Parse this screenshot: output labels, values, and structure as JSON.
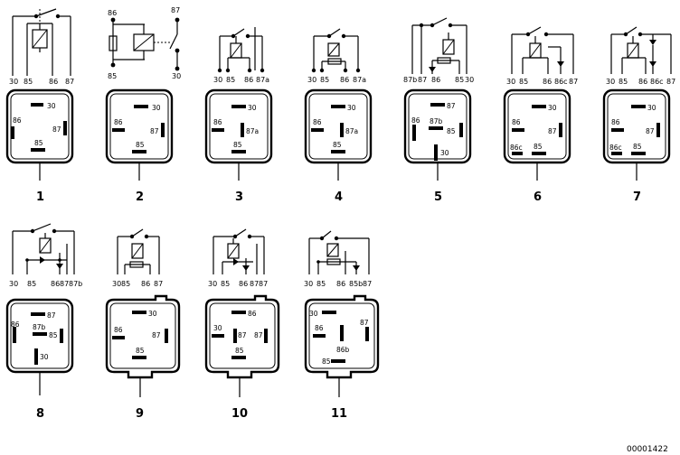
{
  "drawing_number": "00001422",
  "relays": [
    {
      "number": "1",
      "pins": [
        "30",
        "85",
        "86",
        "87"
      ],
      "contacts": [
        "30",
        "86",
        "87",
        "85"
      ]
    },
    {
      "number": "2",
      "pins": [
        "86",
        "87",
        "85",
        "30"
      ],
      "contacts": [
        "30",
        "86",
        "87",
        "85"
      ]
    },
    {
      "number": "3",
      "pins": [
        "30",
        "85",
        "86",
        "87a"
      ],
      "contacts": [
        "30",
        "86",
        "87a",
        "85"
      ]
    },
    {
      "number": "4",
      "pins": [
        "30",
        "85",
        "86",
        "87a"
      ],
      "contacts": [
        "30",
        "86",
        "87a",
        "85"
      ]
    },
    {
      "number": "5",
      "pins": [
        "87b",
        "87",
        "86",
        "85",
        "30"
      ],
      "contacts": [
        "87",
        "86",
        "87b",
        "85",
        "30"
      ]
    },
    {
      "number": "6",
      "pins": [
        "30",
        "85",
        "86",
        "86c",
        "87"
      ],
      "contacts": [
        "30",
        "86",
        "87",
        "86c",
        "85"
      ]
    },
    {
      "number": "7",
      "pins": [
        "30",
        "85",
        "86",
        "86c",
        "87"
      ],
      "contacts": [
        "30",
        "86",
        "87",
        "86c",
        "85"
      ]
    },
    {
      "number": "8",
      "pins": [
        "30",
        "85",
        "86",
        "87",
        "87b"
      ],
      "contacts": [
        "87",
        "86",
        "87b",
        "85",
        "30"
      ]
    },
    {
      "number": "9",
      "pins": [
        "30",
        "85",
        "86",
        "87"
      ],
      "contacts": [
        "30",
        "86",
        "87",
        "85"
      ]
    },
    {
      "number": "10",
      "pins": [
        "30",
        "85",
        "86",
        "87",
        "87"
      ],
      "contacts": [
        "86",
        "30",
        "87",
        "87",
        "85"
      ]
    },
    {
      "number": "11",
      "pins": [
        "30",
        "85",
        "86",
        "85b",
        "87"
      ],
      "contacts": [
        "30",
        "87",
        "86",
        "86b",
        "85"
      ]
    }
  ]
}
